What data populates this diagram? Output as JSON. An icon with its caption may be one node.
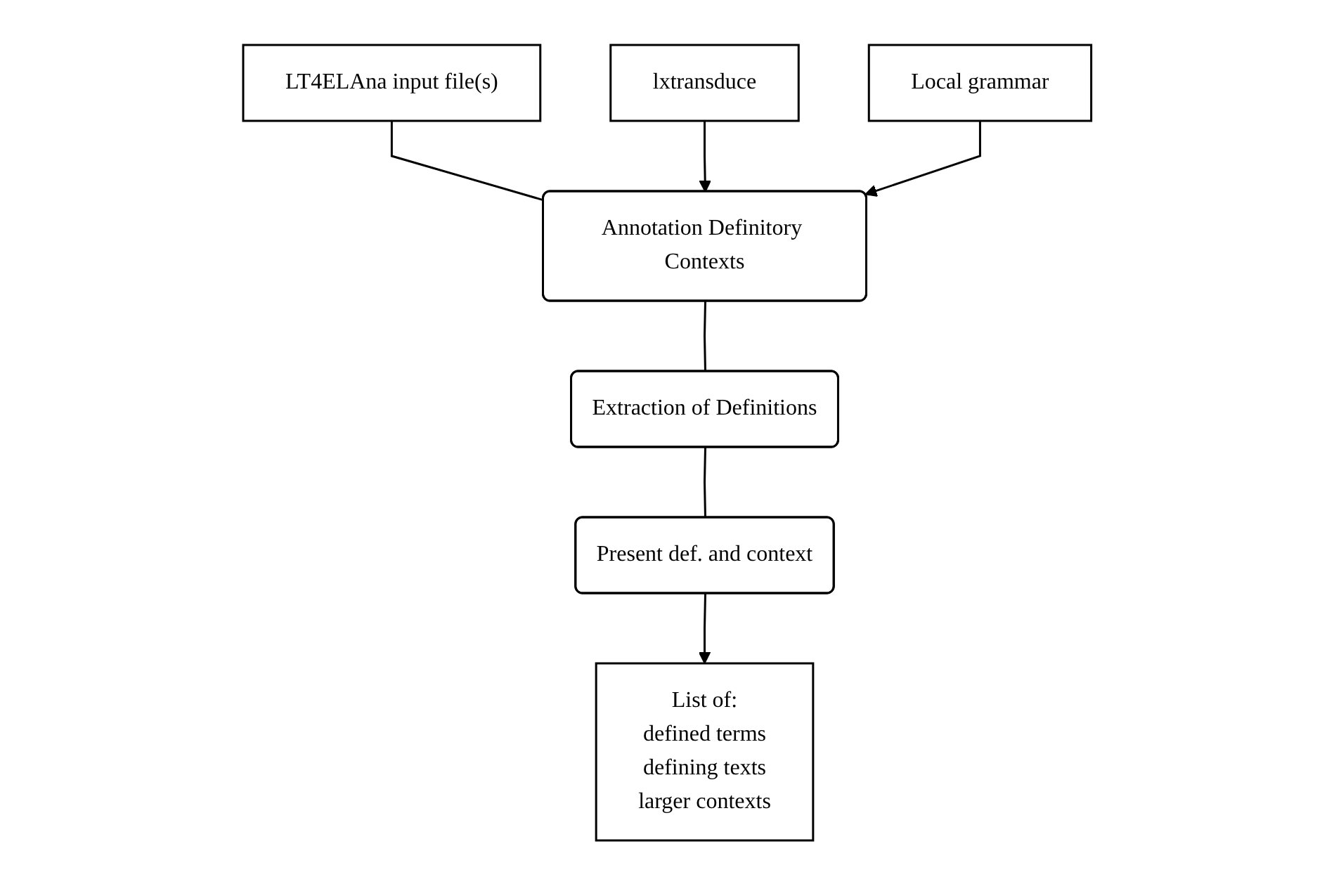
{
  "diagram": {
    "nodes": [
      {
        "text": [
          "LT4ELAna input file(s)"
        ]
      },
      {
        "text": [
          "lxtransduce"
        ]
      },
      {
        "text": [
          "Annotation Definitory Contexts"
        ]
      },
      {
        "text": [
          "Local grammar"
        ]
      },
      {
        "text": [
          "Extraction of Definitions"
        ]
      },
      {
        "text": [
          "Present def. and context"
        ]
      },
      {
        "text": [
          "List of:",
          "defined terms",
          "defining texts",
          "larger contexts"
        ]
      }
    ],
    "edges": [
      {
        "from": 0,
        "to": 2,
        "arrow": "none"
      },
      {
        "from": 1,
        "to": 2,
        "arrow": "to"
      },
      {
        "from": 3,
        "to": 2,
        "arrow": "to"
      },
      {
        "from": 2,
        "to": 4,
        "arrow": "none"
      },
      {
        "from": 4,
        "to": 5,
        "arrow": "none"
      },
      {
        "from": 5,
        "to": 6,
        "arrow": "to"
      }
    ]
  }
}
